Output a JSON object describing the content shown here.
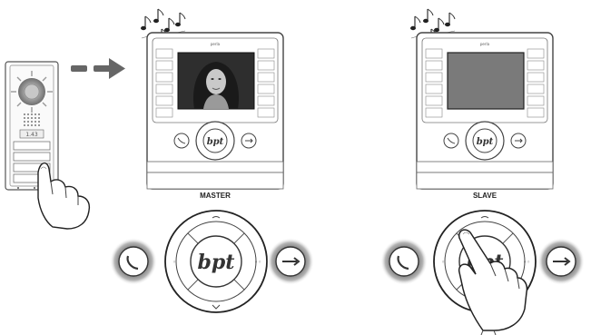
{
  "master_label": "MASTER",
  "slave_label": "SLAVE",
  "brand_logo": "bpt",
  "screen_title": "perla",
  "panel_display": "1.43"
}
